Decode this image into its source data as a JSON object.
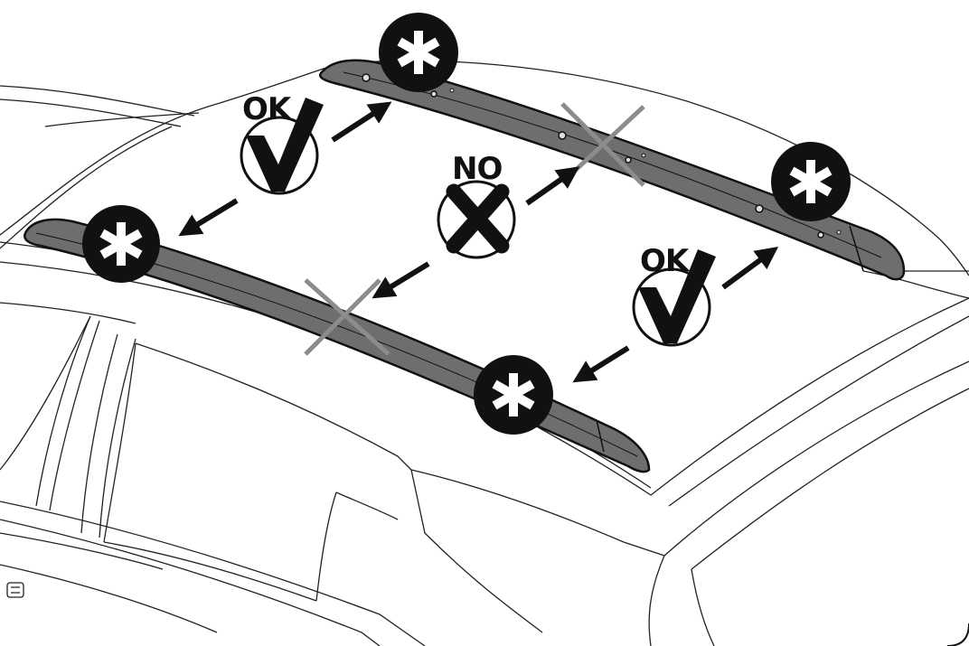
{
  "labels": {
    "ok_left": "OK",
    "no_center": "NO",
    "ok_right": "OK"
  },
  "icons": {
    "mount_point": "asterisk-icon",
    "approved": "checkmark-icon",
    "rejected": "cross-icon",
    "forbidden_zone": "gray-x-mark",
    "direction": "arrow-icon"
  },
  "colors": {
    "rail_fill": "#6e6e6e",
    "forbidden_x": "#8c8c8c",
    "badge_fill": "#111111",
    "outline": "#111111"
  }
}
